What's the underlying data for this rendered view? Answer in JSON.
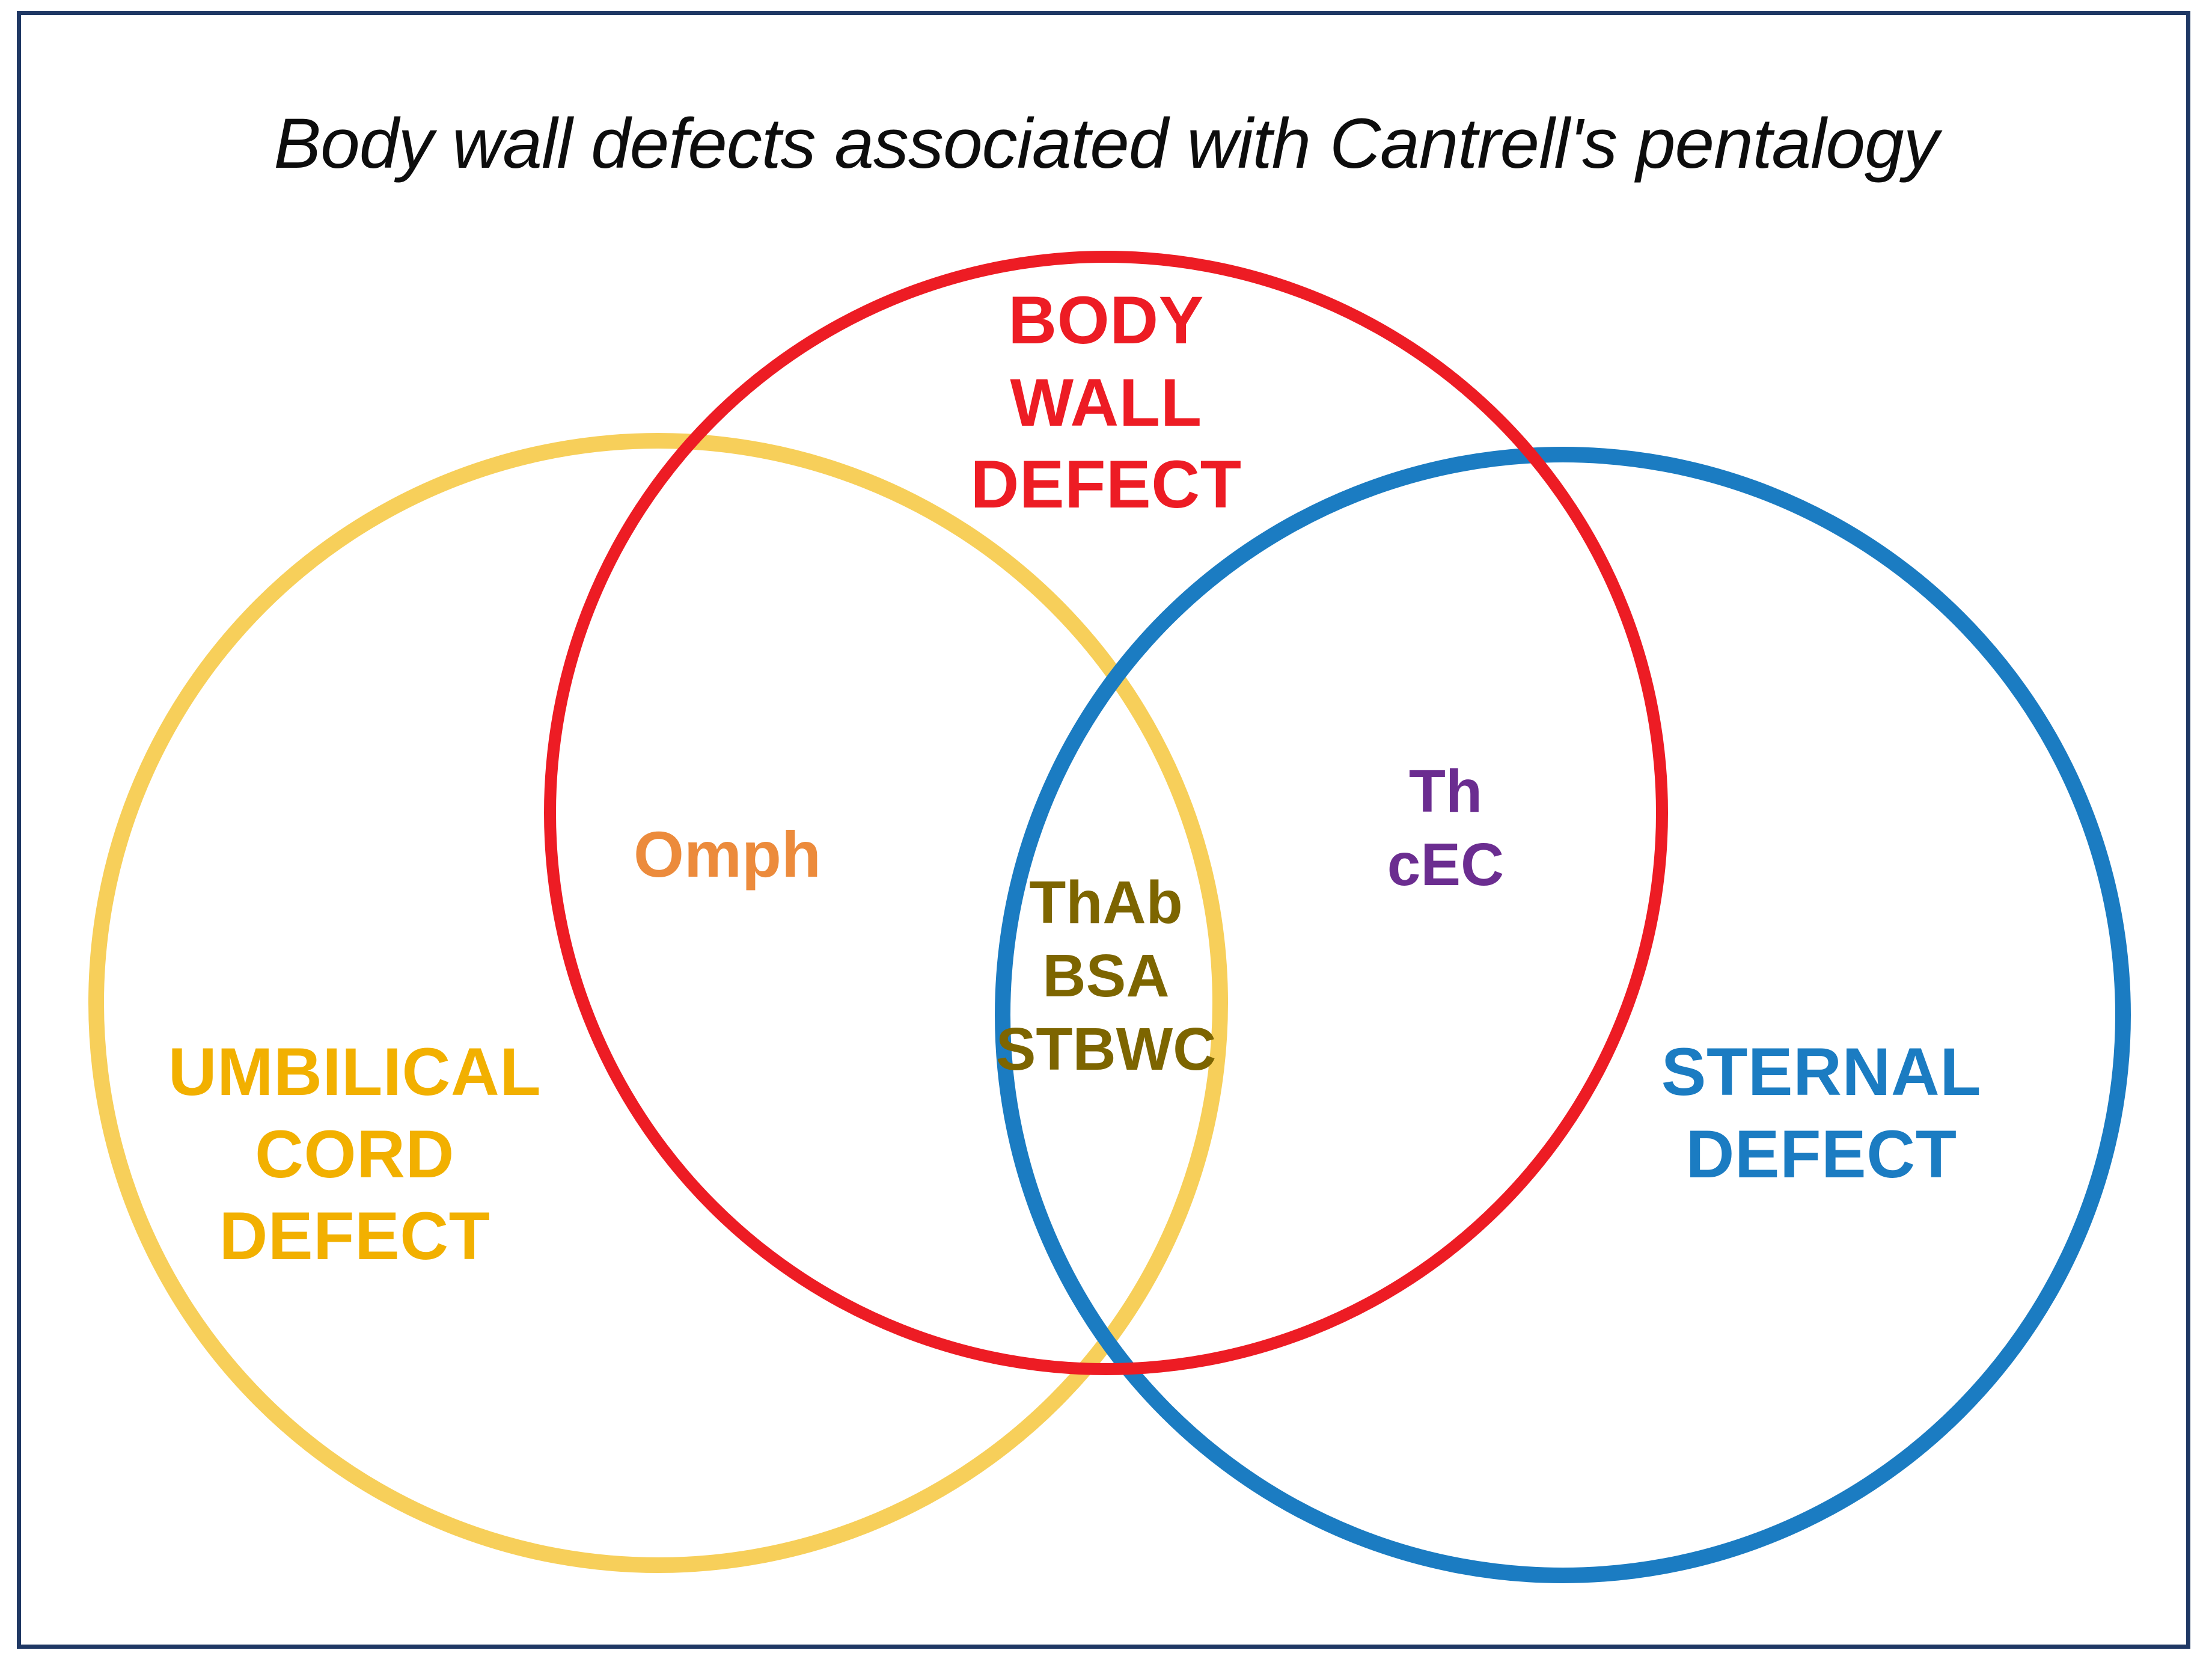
{
  "figure": {
    "title": "Body wall defects associated with Cantrell's pentalogy",
    "frame_color": "#1f3864",
    "background_color": "#ffffff"
  },
  "chart_data": {
    "type": "venn",
    "title": "Body wall defects associated with Cantrell's pentalogy",
    "sets": [
      {
        "id": "body-wall-defect",
        "label": "BODY\nWALL\nDEFECT",
        "label_plain": "BODY WALL DEFECT",
        "color": "#ed1c24",
        "position": "top-center",
        "center": [
          1840,
          1352
        ],
        "radius": 925
      },
      {
        "id": "umbilical-cord-defect",
        "label": "UMBILICAL\nCORD\nDEFECT",
        "label_plain": "UMBILICAL CORD DEFECT",
        "color": "#f2b000",
        "position": "left",
        "center": [
          1095,
          1668
        ],
        "radius": 935
      },
      {
        "id": "sternal-defect",
        "label": "STERNAL\nDEFECT",
        "label_plain": "STERNAL DEFECT",
        "color": "#1b7cc2",
        "position": "right",
        "center": [
          2600,
          1688
        ],
        "radius": 932
      }
    ],
    "regions": [
      {
        "id": "body-wall-and-umbilical",
        "members": [
          "body-wall-defect",
          "umbilical-cord-defect"
        ],
        "label": "Omph",
        "items": [
          "Omph"
        ],
        "color": "#ec8b3c"
      },
      {
        "id": "all-three",
        "members": [
          "body-wall-defect",
          "umbilical-cord-defect",
          "sternal-defect"
        ],
        "label": "ThAb\nBSA\nSTBWC",
        "items": [
          "ThAb",
          "BSA",
          "STBWC"
        ],
        "color": "#7d6500"
      },
      {
        "id": "body-wall-and-sternal",
        "members": [
          "body-wall-defect",
          "sternal-defect"
        ],
        "label": "Th\ncEC",
        "items": [
          "Th",
          "cEC"
        ],
        "color": "#6b2d90"
      }
    ]
  }
}
